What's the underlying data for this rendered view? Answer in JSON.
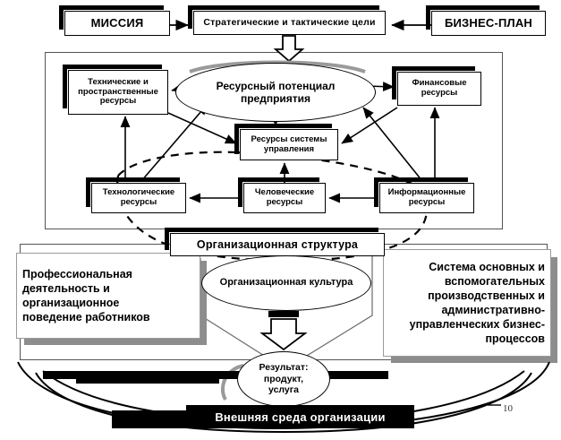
{
  "header": {
    "mission": "МИССИЯ",
    "goals": "Стратегические и тактические цели",
    "business_plan": "БИЗНЕС-ПЛАН"
  },
  "resource_block": {
    "center_ellipse": "Ресурсный потенциал предприятия",
    "center_ellipse_line1": "Ресурсный потенциал",
    "center_ellipse_line2": "предприятия",
    "boxes": [
      {
        "id": "technical",
        "line1": "Технические и",
        "line2": "пространственные",
        "line3": "ресурсы"
      },
      {
        "id": "financial",
        "line1": "Финансовые",
        "line2": "ресурсы",
        "line3": ""
      },
      {
        "id": "management",
        "line1": "Ресурсы системы",
        "line2": "управления",
        "line3": ""
      },
      {
        "id": "technological",
        "line1": "Технологические",
        "line2": "ресурсы",
        "line3": ""
      },
      {
        "id": "human",
        "line1": "Человеческие",
        "line2": "ресурсы",
        "line3": ""
      },
      {
        "id": "information",
        "line1": "Информационные",
        "line2": "ресурсы",
        "line3": ""
      }
    ]
  },
  "org_structure": "Организационная структура",
  "org_culture": "Организационная культура",
  "left_panel": {
    "line1": "Профессиональная",
    "line2": "деятельность и",
    "line3": "организационное",
    "line4": "поведение работников"
  },
  "right_panel": {
    "line1": "Система основных и",
    "line2": "вспомогательных",
    "line3": "производственных и",
    "line4": "административно-",
    "line5": "управленческих бизнес-",
    "line6": "процессов"
  },
  "result": {
    "line1": "Результат:",
    "line2": "продукт,",
    "line3": "услуга"
  },
  "external_env": "Внешняя среда организации",
  "page_number": "10",
  "colors": {
    "ink": "#000000",
    "frame": "#555555",
    "shadow_grey": "#8d8d8d",
    "paper": "#ffffff"
  }
}
